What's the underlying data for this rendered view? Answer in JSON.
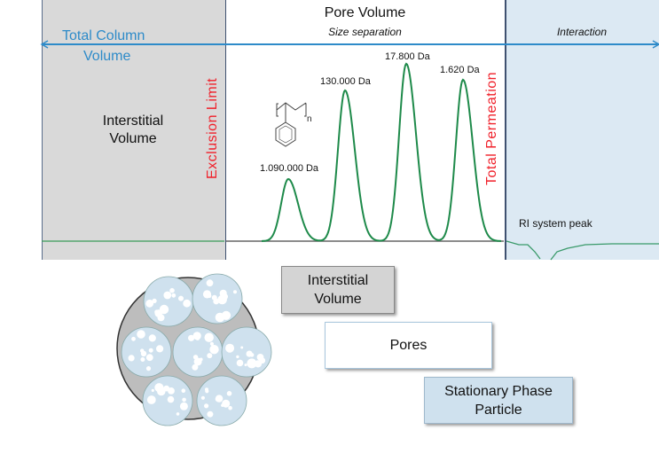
{
  "left_panel": {
    "title": "Total Column Volume",
    "title_line1": "Total Column",
    "title_line2": "Volume",
    "label_line1": "Interstitial",
    "label_line2": "Volume",
    "boundary": "Exclusion Limit"
  },
  "middle_panel": {
    "title": "Pore Volume",
    "subtitle": "Size separation",
    "boundary": "Total Permeation",
    "peaks": [
      {
        "label": "1.090.000 Da",
        "height": 0.35
      },
      {
        "label": "130.000 Da",
        "height": 0.85
      },
      {
        "label": "17.800 Da",
        "height": 1.0
      },
      {
        "label": "1.620 Da",
        "height": 0.91
      }
    ],
    "polymer_subscript": "n"
  },
  "right_panel": {
    "title": "Interaction",
    "peak_label": "RI system peak"
  },
  "legend": {
    "interstitial_line1": "Interstitial",
    "interstitial_line2": "Volume",
    "pores": "Pores",
    "particle_line1": "Stationary Phase",
    "particle_line2": "Particle"
  },
  "colors": {
    "trace": "#1e8a4a",
    "arrow": "#2e8bc9",
    "boundary_text": "#f0202a",
    "interstitial_fill": "#d9d9d9",
    "interaction_fill": "#dce9f3",
    "particle_fill": "#cfe1ee"
  }
}
